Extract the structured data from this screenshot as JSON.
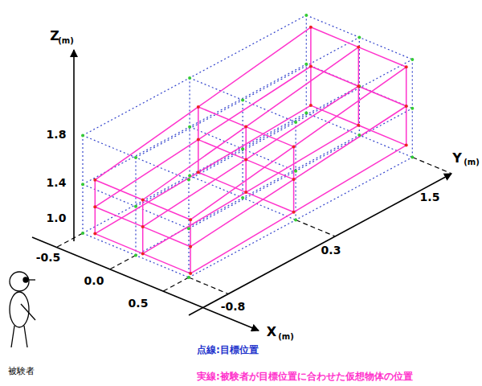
{
  "diagram": {
    "labels": [
      "Z",
      "(m)",
      "1.8",
      "1.4",
      "1.0",
      "-0.5",
      "0.0",
      "0.5",
      "-0.8",
      "0.3",
      "1.5",
      "Y",
      "(m)",
      "X",
      "(m)",
      "被験者"
    ],
    "legend": [
      {
        "text": "点線:目標位置"
      },
      {
        "text": "実線:被験者が目標位置に合わせた仮想物体の位置"
      }
    ]
  }
}
